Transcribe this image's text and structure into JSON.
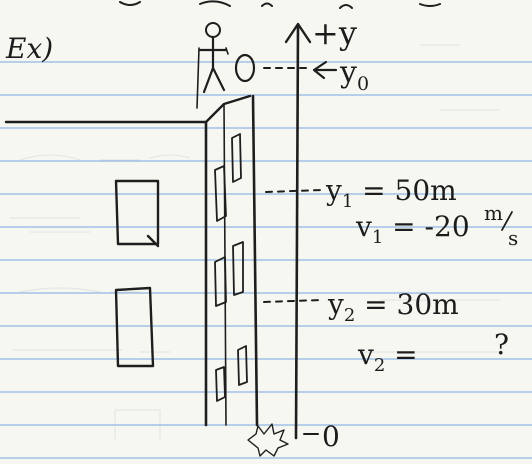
{
  "page": {
    "label": "Ex)",
    "paper_line_color": "#8fb6e3",
    "margin_line_color": "#e7a7b2",
    "ink_color": "#1e1e1e"
  },
  "diagram": {
    "axis_label": "+y",
    "positions": [
      {
        "id": "y0",
        "label": "y",
        "sub": "0"
      },
      {
        "id": "y1",
        "label": "y",
        "sub": "1",
        "value": " = 50m"
      },
      {
        "id": "y2",
        "label": "y",
        "sub": "2",
        "value": " = 30m"
      },
      {
        "id": "ground",
        "label": "0"
      }
    ],
    "velocities": [
      {
        "id": "v1",
        "label": "v",
        "sub": "1",
        "value": " = -20",
        "unit_num": "m",
        "unit_den": "s"
      },
      {
        "id": "v2",
        "label": "v",
        "sub": "2",
        "value": " =",
        "unknown": "?"
      }
    ]
  }
}
